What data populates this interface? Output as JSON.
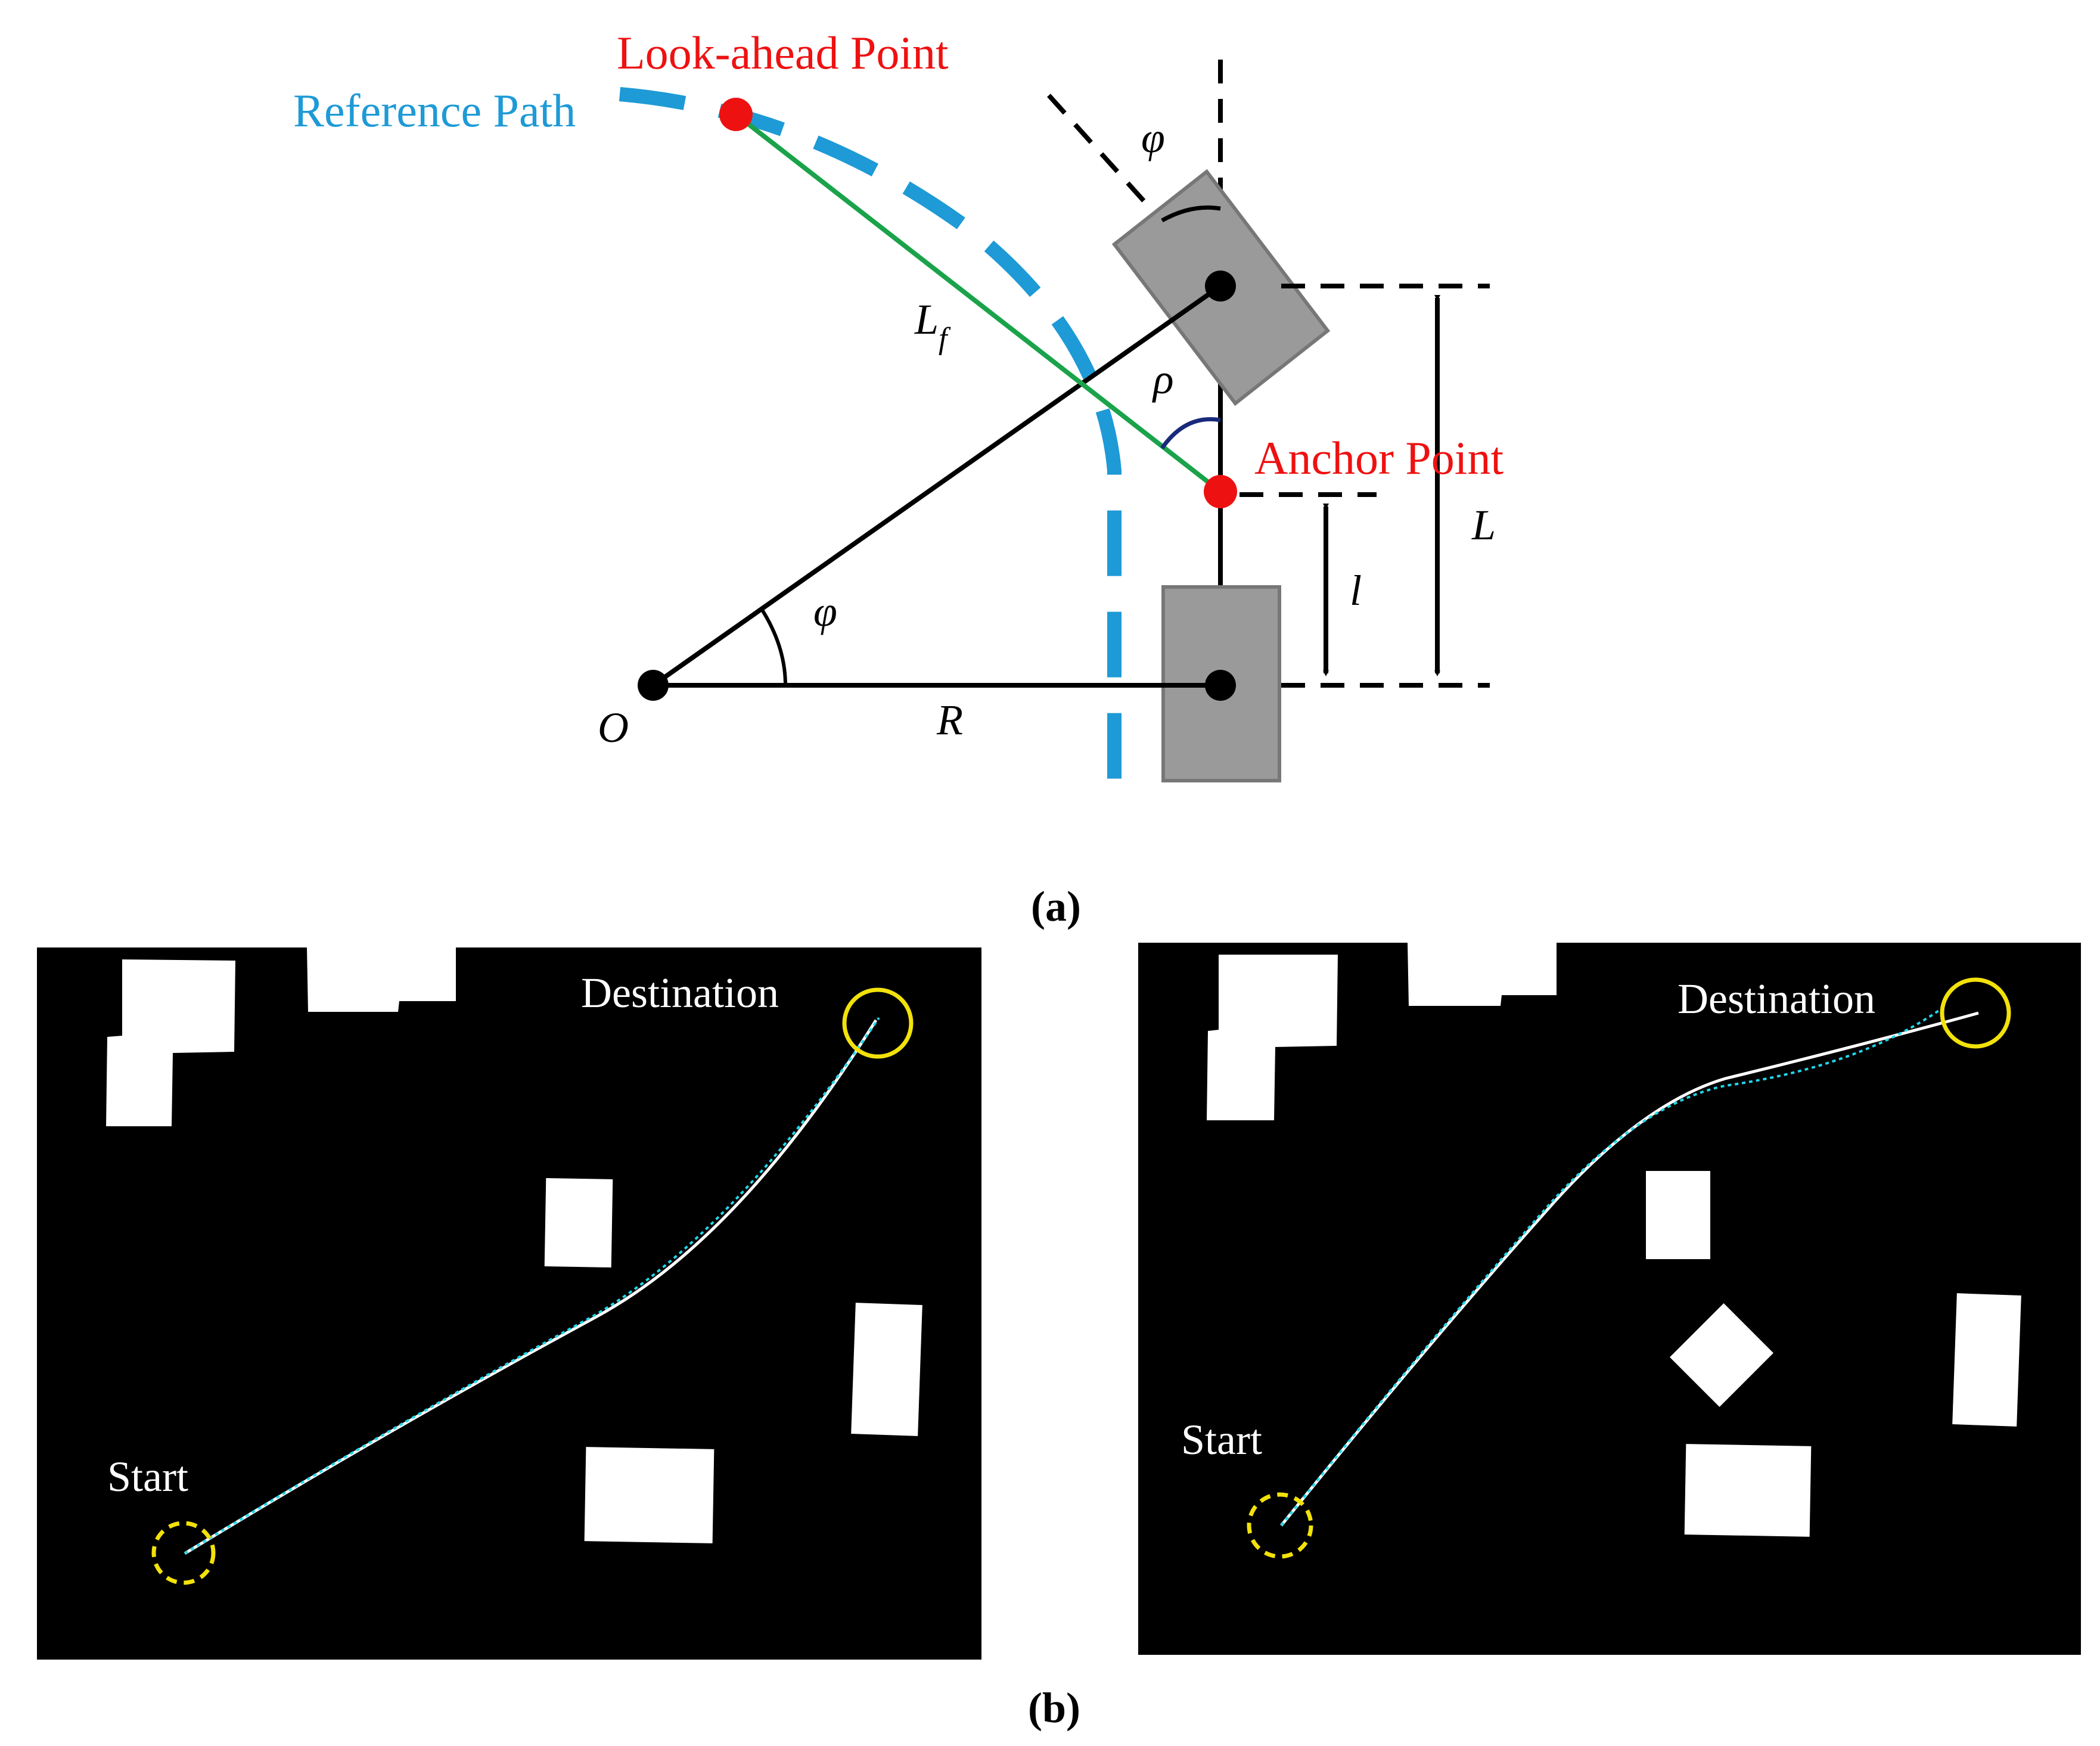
{
  "panel_a": {
    "caption": "(a)",
    "labels": {
      "look_ahead_point": "Look-ahead Point",
      "reference_path": "Reference Path",
      "anchor_point": "Anchor Point",
      "lookahead_distance": "L",
      "lookahead_distance_sub": "f",
      "rho": "ρ",
      "phi_top": "φ",
      "phi_bottom": "φ",
      "big_L": "L",
      "small_l": "l",
      "origin": "O",
      "radius": "R"
    },
    "colors": {
      "reference_path": "#1e9ad6",
      "point": "#ee1111",
      "lookahead_line": "#1aa34a",
      "vehicle": "#9a9a9a",
      "rho_arc": "#1a2a7a"
    }
  },
  "panel_b": {
    "caption": "(b)",
    "left_map": {
      "start_label": "Start",
      "destination_label": "Destination"
    },
    "right_map": {
      "start_label": "Start",
      "destination_label": "Destination"
    },
    "colors": {
      "background": "#000000",
      "obstacle": "#ffffff",
      "path": "#ffffff",
      "reference": "#22d6e8",
      "marker": "#f2e20a"
    }
  }
}
